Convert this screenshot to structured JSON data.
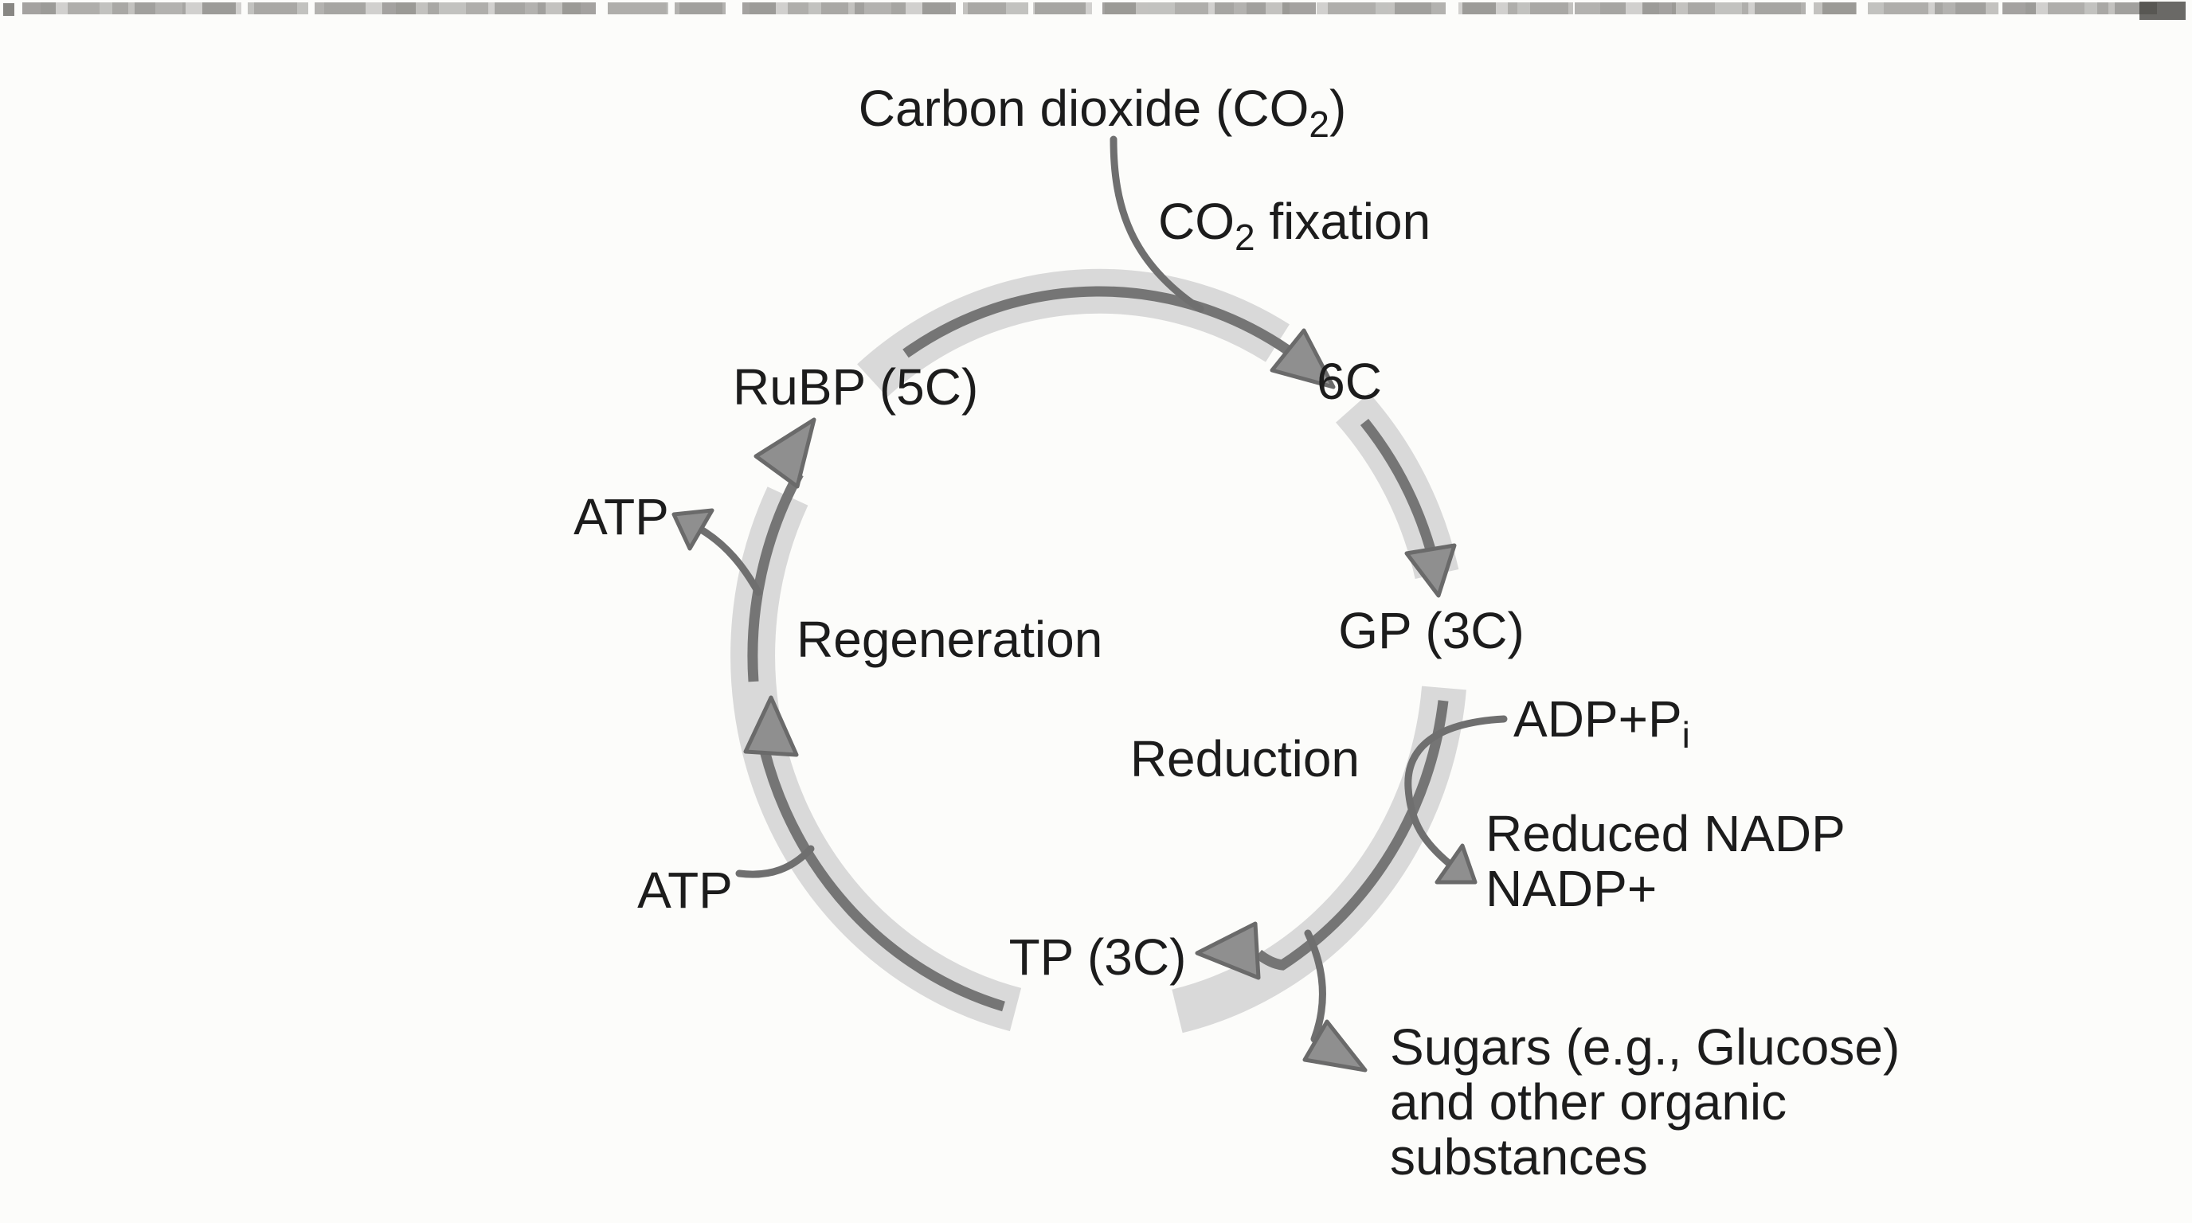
{
  "labels": {
    "carbon_dioxide": {
      "pre": "Carbon dioxide (CO",
      "sub": "2",
      "post": ")"
    },
    "co2_fixation": {
      "pre": "CO",
      "sub": "2",
      "post": " fixation"
    },
    "rubp": "RuBP (5C)",
    "six_c": "6C",
    "gp": "GP (3C)",
    "tp": "TP (3C)",
    "reduction": "Reduction",
    "regeneration": "Regeneration",
    "adp_pi": {
      "pre": "ADP+P",
      "sub": "i",
      "post": ""
    },
    "reduced_nadp": "Reduced NADP",
    "nadp_plus": "NADP+",
    "atp_upper": "ATP",
    "atp_lower": "ATP",
    "sugars_line1": "Sugars (e.g., Glucose)",
    "sugars_line2": "and other organic",
    "sugars_line3": "substances"
  },
  "colors": {
    "background": "#fcfcfa",
    "band": "#d9d9d9",
    "arc": "#757575",
    "branch": "#6f6f6f",
    "arrowhead_fill": "#8f8f8f",
    "arrowhead_stroke": "#6a6a6a",
    "text": "#1c1c1c"
  }
}
